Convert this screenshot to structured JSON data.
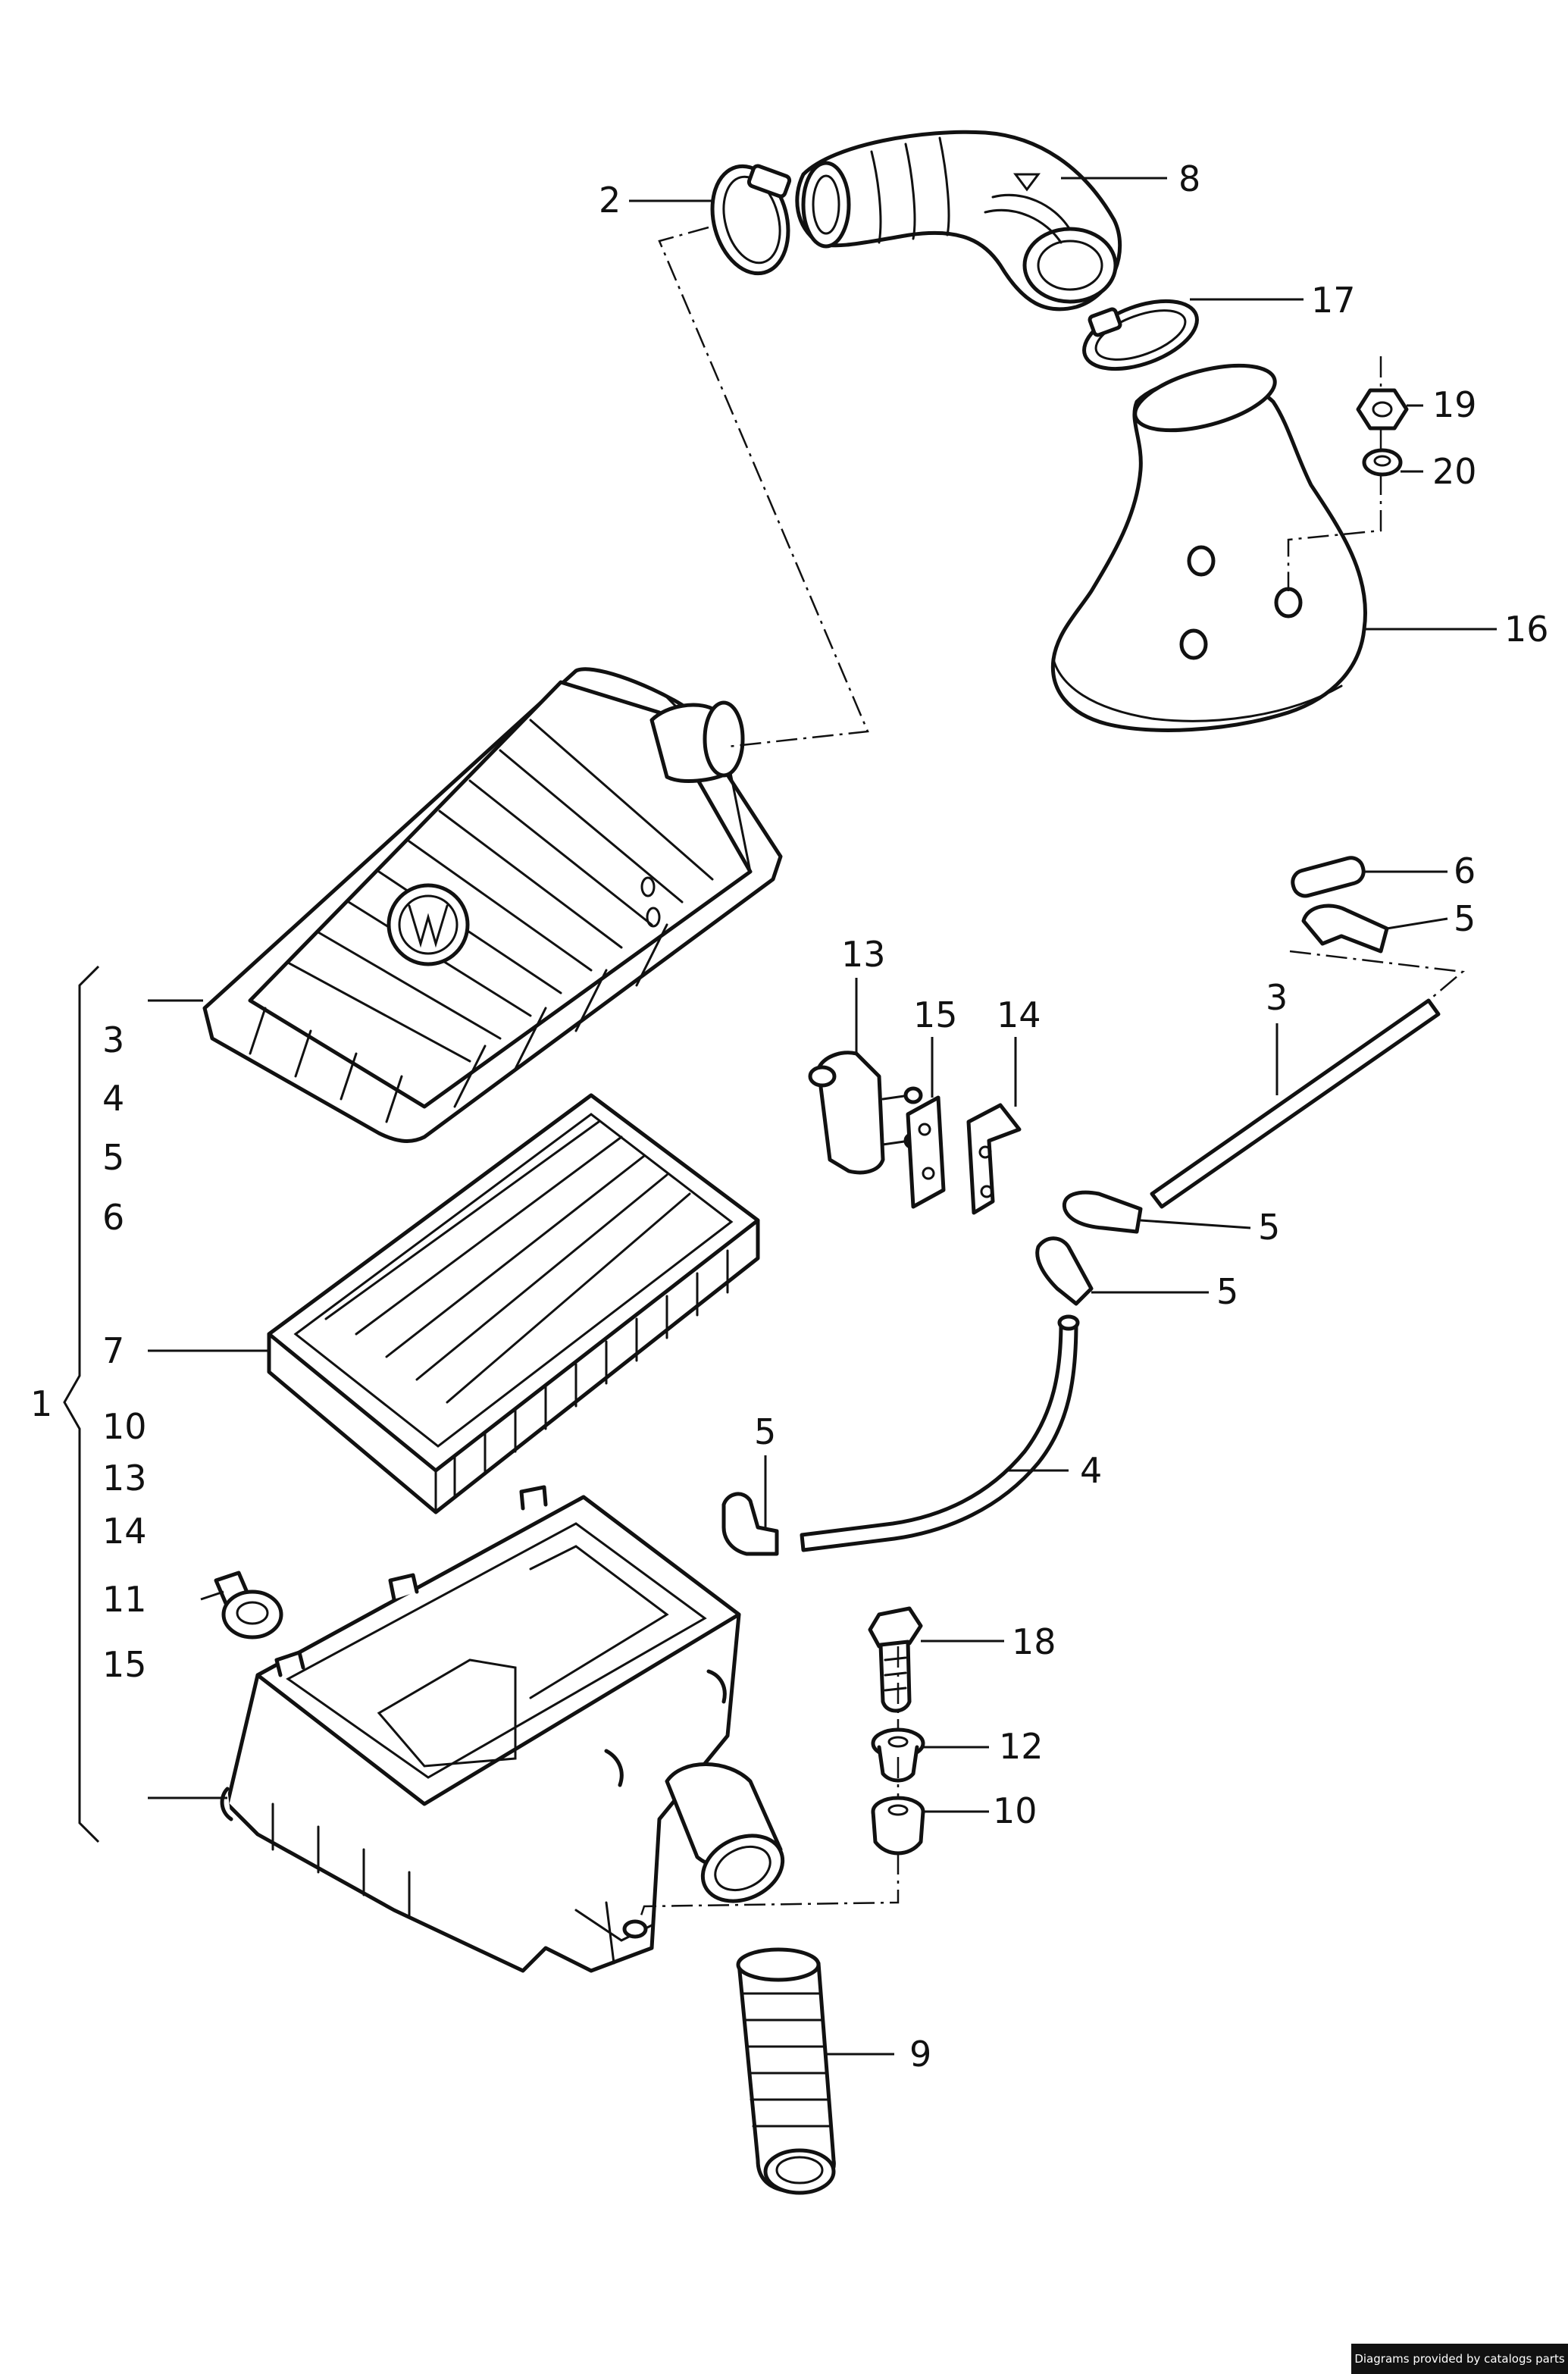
{
  "credit": "Diagrams provided by catalogs parts",
  "callouts": [
    {
      "id": "c2",
      "text": "2"
    },
    {
      "id": "c8",
      "text": "8"
    },
    {
      "id": "c17",
      "text": "17"
    },
    {
      "id": "c19",
      "text": "19"
    },
    {
      "id": "c20",
      "text": "20"
    },
    {
      "id": "c16",
      "text": "16"
    },
    {
      "id": "c6a",
      "text": "6"
    },
    {
      "id": "c5a",
      "text": "5"
    },
    {
      "id": "c3a",
      "text": "3"
    },
    {
      "id": "c13a",
      "text": "13"
    },
    {
      "id": "c15a",
      "text": "15"
    },
    {
      "id": "c14a",
      "text": "14"
    },
    {
      "id": "c5b",
      "text": "5"
    },
    {
      "id": "c5c",
      "text": "5"
    },
    {
      "id": "c5d",
      "text": "5"
    },
    {
      "id": "c4",
      "text": "4"
    },
    {
      "id": "c18",
      "text": "18"
    },
    {
      "id": "c12",
      "text": "12"
    },
    {
      "id": "c10a",
      "text": "10"
    },
    {
      "id": "c9",
      "text": "9"
    },
    {
      "id": "c1",
      "text": "1"
    }
  ],
  "group_list": [
    {
      "id": "g3",
      "text": "3"
    },
    {
      "id": "g4",
      "text": "4"
    },
    {
      "id": "g5",
      "text": "5"
    },
    {
      "id": "g6",
      "text": "6"
    },
    {
      "id": "g7",
      "text": "7"
    },
    {
      "id": "g10",
      "text": "10"
    },
    {
      "id": "g13",
      "text": "13"
    },
    {
      "id": "g14",
      "text": "14"
    },
    {
      "id": "g11",
      "text": "11"
    },
    {
      "id": "g15",
      "text": "15"
    }
  ]
}
